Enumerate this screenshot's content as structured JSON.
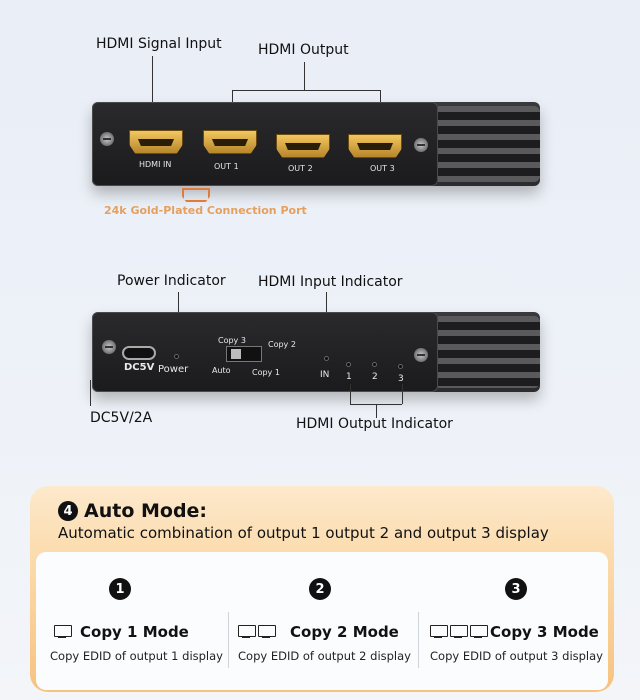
{
  "top_section": {
    "callouts": {
      "signal_input": "HDMI Signal Input",
      "output": "HDMI Output"
    },
    "ports": {
      "in": "HDMI IN",
      "out1": "OUT 1",
      "out2": "OUT 2",
      "out3": "OUT 3"
    },
    "gold_label": "24k Gold-Plated Connection Port"
  },
  "middle_section": {
    "callouts": {
      "power_indicator": "Power Indicator",
      "input_indicator": "HDMI Input Indicator",
      "output_indicator": "HDMI Output Indicator",
      "power_spec": "DC5V/2A"
    },
    "labels": {
      "dc5v": "DC5V",
      "power": "Power",
      "copy3": "Copy 3",
      "copy2": "Copy 2",
      "auto": "Auto",
      "copy1": "Copy 1",
      "in": "IN",
      "led1": "1",
      "led2": "2",
      "led3": "3"
    }
  },
  "auto_mode": {
    "number": "4",
    "title": "Auto Mode:",
    "description": "Automatic combination of output 1 output 2  and output 3 display"
  },
  "modes": [
    {
      "number": "1",
      "title": "Copy 1 Mode",
      "description": "Copy EDID of output 1 display"
    },
    {
      "number": "2",
      "title": "Copy 2 Mode",
      "description": "Copy EDID of output 2 display"
    },
    {
      "number": "3",
      "title": "Copy 3 Mode",
      "description": "Copy EDID of output 3 display"
    }
  ],
  "colors": {
    "gold_accent": "#e5a060",
    "panel_orange": "#f7c27f",
    "device_dark": "#232325"
  }
}
